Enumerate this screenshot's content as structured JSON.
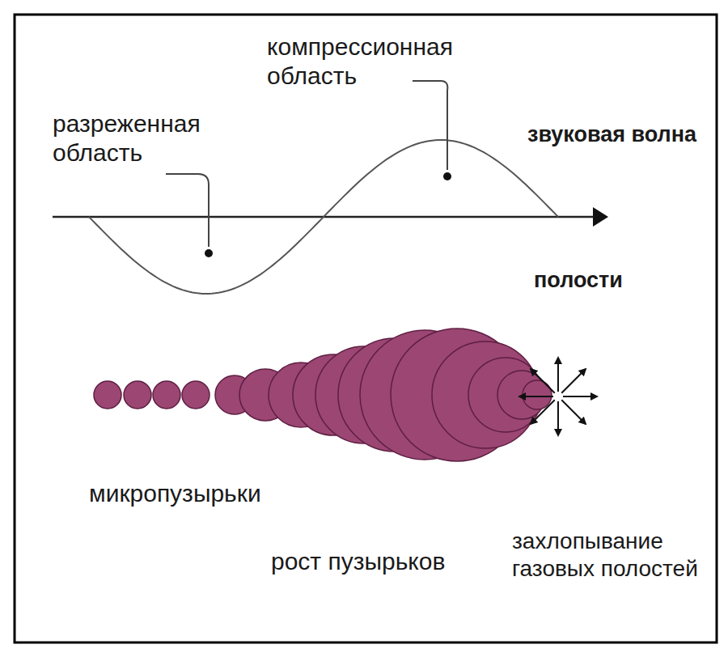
{
  "diagram": {
    "labels": [
      "компрессионная область",
      "разреженная область",
      "звуковая волна",
      "полости",
      "микропузырьки",
      "рост пузырьков",
      "захлопывание газовых полостей"
    ]
  }
}
